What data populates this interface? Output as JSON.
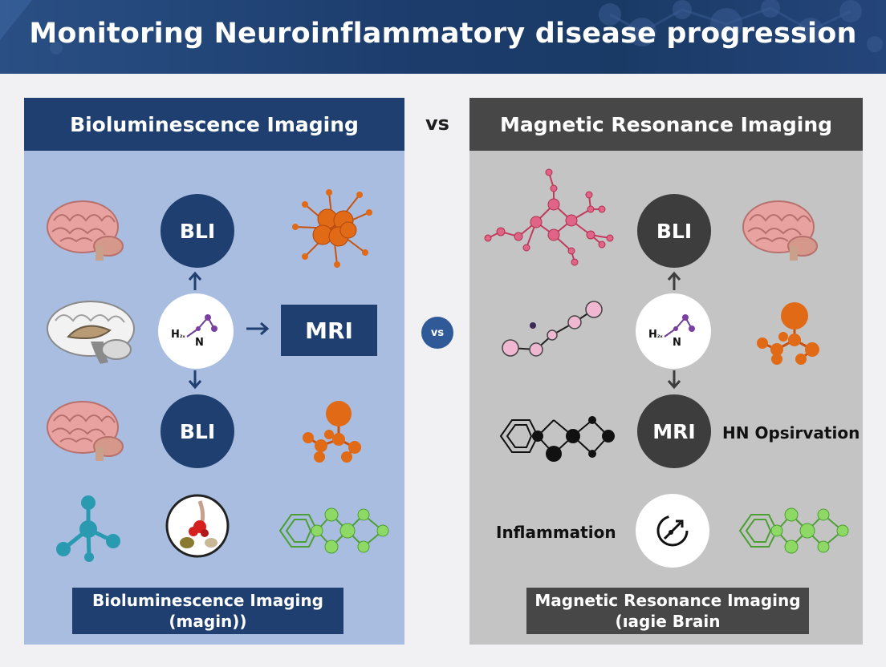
{
  "title": "Monitoring Neuroinflammatory disease progression",
  "vs_top": "vs",
  "vs_middle": "vs",
  "left": {
    "heading": "Bioluminescence Imaging",
    "node_top": "BLI",
    "node_bottom": "BLI",
    "box": "MRI",
    "footer_line1": "Bioluminescence Imaging",
    "footer_line2": "(magin))"
  },
  "right": {
    "heading": "Magnetic Resonance Imaging",
    "node_top": "BLI",
    "node_bottom": "MRI",
    "side_label": "HN Opsirvation",
    "inflammation_label": "Inflammation",
    "footer_line1": "Magnetic Resonance Imaging",
    "footer_line2": "(ıagie Brain"
  },
  "molecule_text": {
    "h": "H",
    "sub": "₂ₓ",
    "n": "N"
  },
  "colors": {
    "banner": "#1c3d6d",
    "left_panel": "#a9bde0",
    "right_panel": "#c4c4c4",
    "navy": "#1f3f70",
    "dark": "#3d3d3d",
    "orange": "#e06a16",
    "pink": "#e0a0c0",
    "green": "#8ed865",
    "teal": "#2a9ab0"
  },
  "icons": [
    "brain-icon",
    "brain-section-icon",
    "molecule-icon",
    "arrow-up-icon",
    "arrow-down-icon",
    "arrow-right-icon",
    "gauge-icon"
  ]
}
